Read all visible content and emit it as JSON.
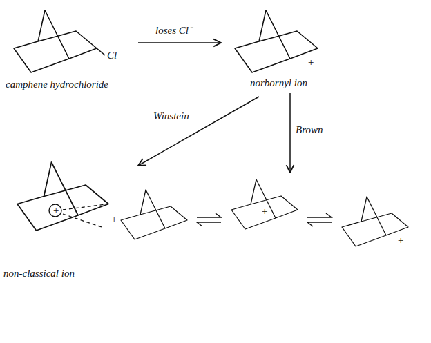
{
  "diagram": {
    "labels": [
      "Cl",
      "camphene hydrochloride",
      "loses Cl⁻",
      "norbornyl ion",
      "+",
      "Winstein",
      "Brown",
      "+",
      "non-classical ion",
      "+",
      "+",
      "+"
    ]
  }
}
